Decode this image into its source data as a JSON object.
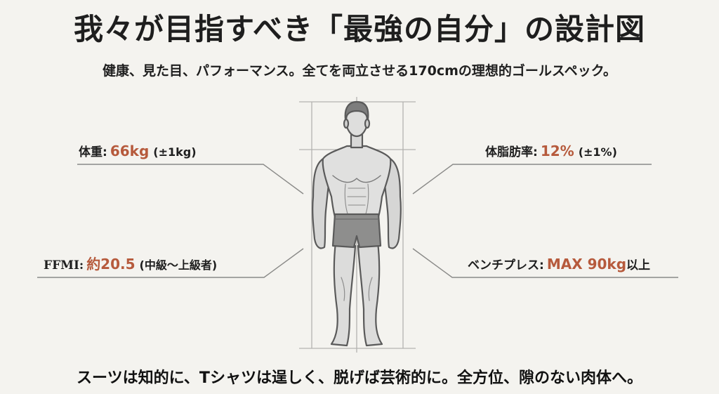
{
  "header": {
    "title": "我々が目指すべき「最強の自分」の設計図",
    "subtitle": "健康、見た目、パフォーマンス。全てを両立させる170cmの理想的ゴールスペック。"
  },
  "stats": {
    "weight": {
      "label": "体重:",
      "value": "66kg",
      "note": "(±1kg)"
    },
    "body_fat": {
      "label": "体脂肪率:",
      "value": "12%",
      "note": "(±1%)"
    },
    "ffmi": {
      "label": "FFMI:",
      "value": "約20.5",
      "note": "(中級〜上級者)"
    },
    "bench_press": {
      "label": "ベンチプレス:",
      "value": "MAX 90kg",
      "suffix": "以上"
    }
  },
  "footer": {
    "tagline": "スーツは知的に、Tシャツは逞しく、脱げば芸術的に。全方位、隙のない肉体へ。"
  },
  "figure": {
    "icon": "male-physique-illustration",
    "height_spec": "170cm"
  },
  "colors": {
    "background": "#f4f3ef",
    "text": "#1e1e1e",
    "accent": "#b65a3c",
    "guide_line": "#a9a9a6",
    "leader_line": "#8a8a88"
  }
}
